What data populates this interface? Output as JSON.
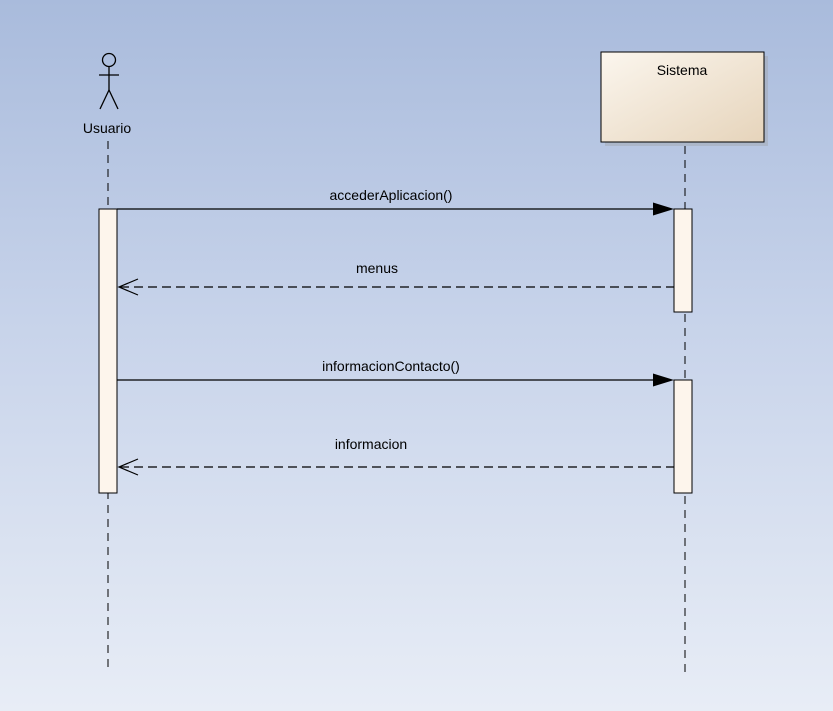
{
  "diagram": {
    "actor": {
      "label": "Usuario"
    },
    "lifeline": {
      "label": "Sistema"
    },
    "messages": [
      {
        "label": "accederAplicacion()",
        "kind": "call"
      },
      {
        "label": "menus",
        "kind": "return"
      },
      {
        "label": "informacionContacto()",
        "kind": "call"
      },
      {
        "label": "informacion",
        "kind": "return"
      }
    ]
  },
  "colors": {
    "box_fill_light": "#fbf6ee",
    "box_fill_dark": "#e8d7bf",
    "activation_fill": "#fdf5ec",
    "line": "#000000"
  }
}
